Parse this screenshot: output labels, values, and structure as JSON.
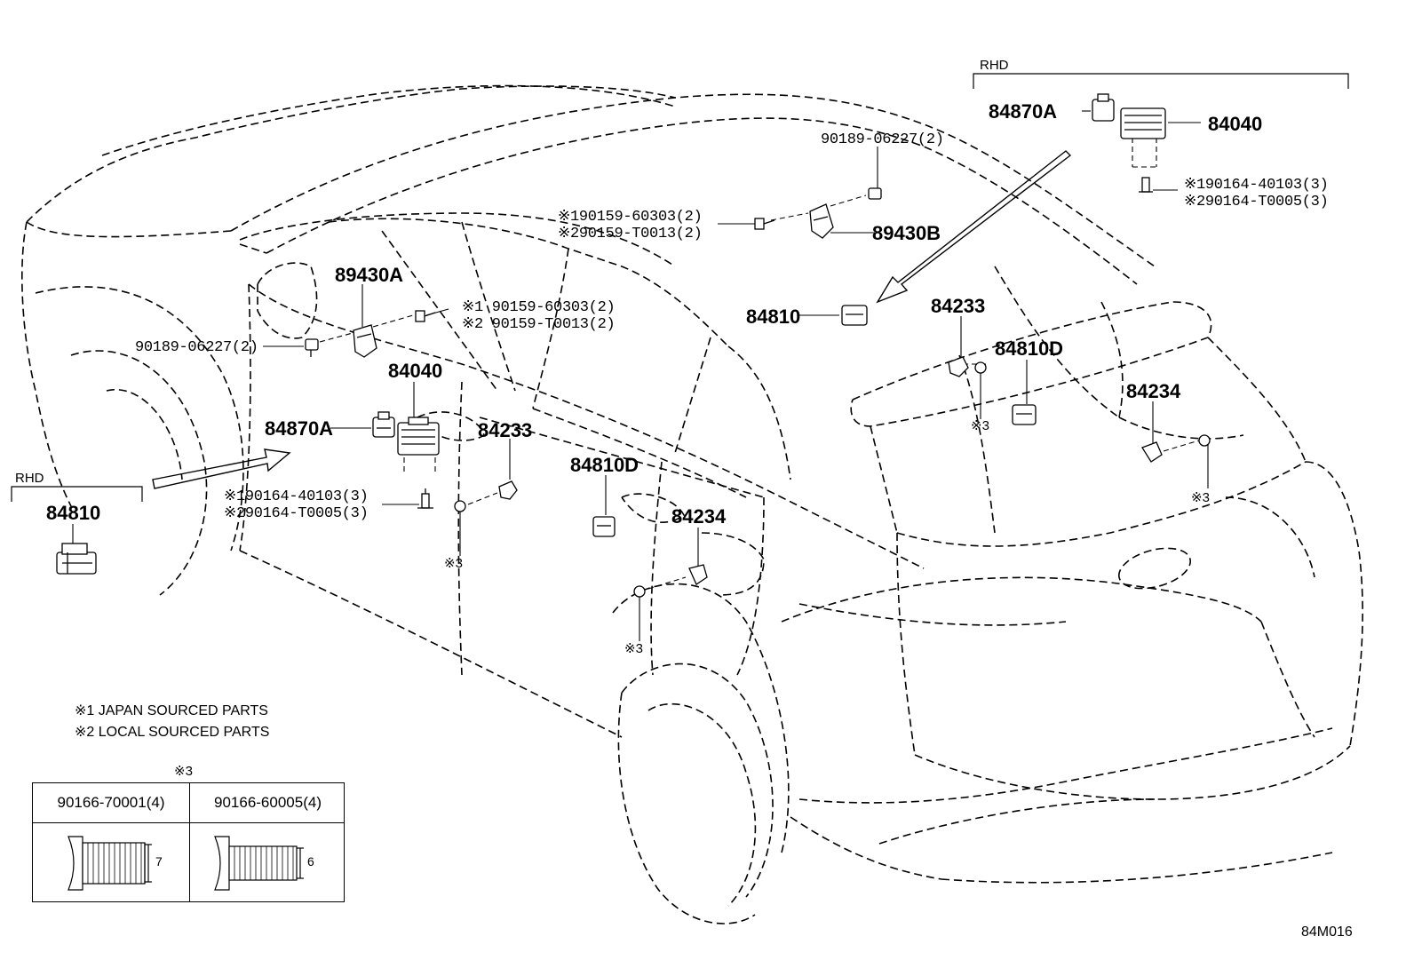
{
  "diagram": {
    "rhd_label_left": "RHD",
    "rhd_label_right": "RHD",
    "code": "84M016",
    "parts": {
      "p84810_left": "84810",
      "p84870A_left": "84870A",
      "p84040_left": "84040",
      "p89430A": "89430A",
      "p90189_left": "90189-06227(2)",
      "p90159_left_1": "※1 90159-60303(2)",
      "p90159_left_2": "※2 90159-T0013(2)",
      "p90164_left_1": "※190164-40103(3)",
      "p90164_left_2": "※290164-T0005(3)",
      "p84233_left": "84233",
      "p84810D_left": "84810D",
      "p84234_left": "84234",
      "s3_a": "※3",
      "s3_b": "※3",
      "p90189_right": "90189-06227(2)",
      "p90159_right_1": "※190159-60303(2)",
      "p90159_right_2": "※290159-T0013(2)",
      "p89430B": "89430B",
      "p84810_right": "84810",
      "p84233_right": "84233",
      "p84810D_right": "84810D",
      "p84234_right": "84234",
      "s3_c": "※3",
      "s3_d": "※3",
      "p84870A_right": "84870A",
      "p84040_right": "84040",
      "p90164_right_1": "※190164-40103(3)",
      "p90164_right_2": "※290164-T0005(3)"
    },
    "notes": {
      "n1": "※1 JAPAN SOURCED PARTS",
      "n2": "※2 LOCAL SOURCED PARTS"
    },
    "table": {
      "marker": "※3",
      "col1_header": "90166-70001(4)",
      "col2_header": "90166-60005(4)",
      "col1_dim": "7",
      "col2_dim": "6"
    }
  }
}
